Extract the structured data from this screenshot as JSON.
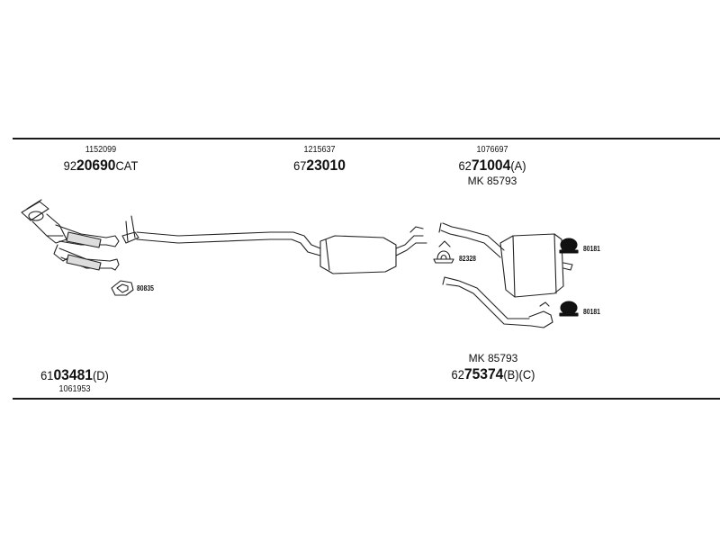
{
  "parts": {
    "cat": {
      "oe": "1152099",
      "prefix": "92",
      "main": "20690",
      "suffix": "CAT"
    },
    "front_pipe": {
      "prefix": "61",
      "main": "03481",
      "suffix": "(D)",
      "oe": "1061953"
    },
    "middle": {
      "oe": "1215637",
      "prefix": "67",
      "main": "23010",
      "suffix": ""
    },
    "rear_a": {
      "oe": "1076697",
      "prefix": "62",
      "main": "71004",
      "suffix": "(A)",
      "mk": "MK 85793"
    },
    "rear_b": {
      "mk": "MK 85793",
      "prefix": "62",
      "main": "75374",
      "suffix": "(B)(C)"
    }
  },
  "small_parts": {
    "gasket": "80835",
    "clamp": "82328",
    "hanger_upper": "80181",
    "hanger_lower": "80181"
  }
}
